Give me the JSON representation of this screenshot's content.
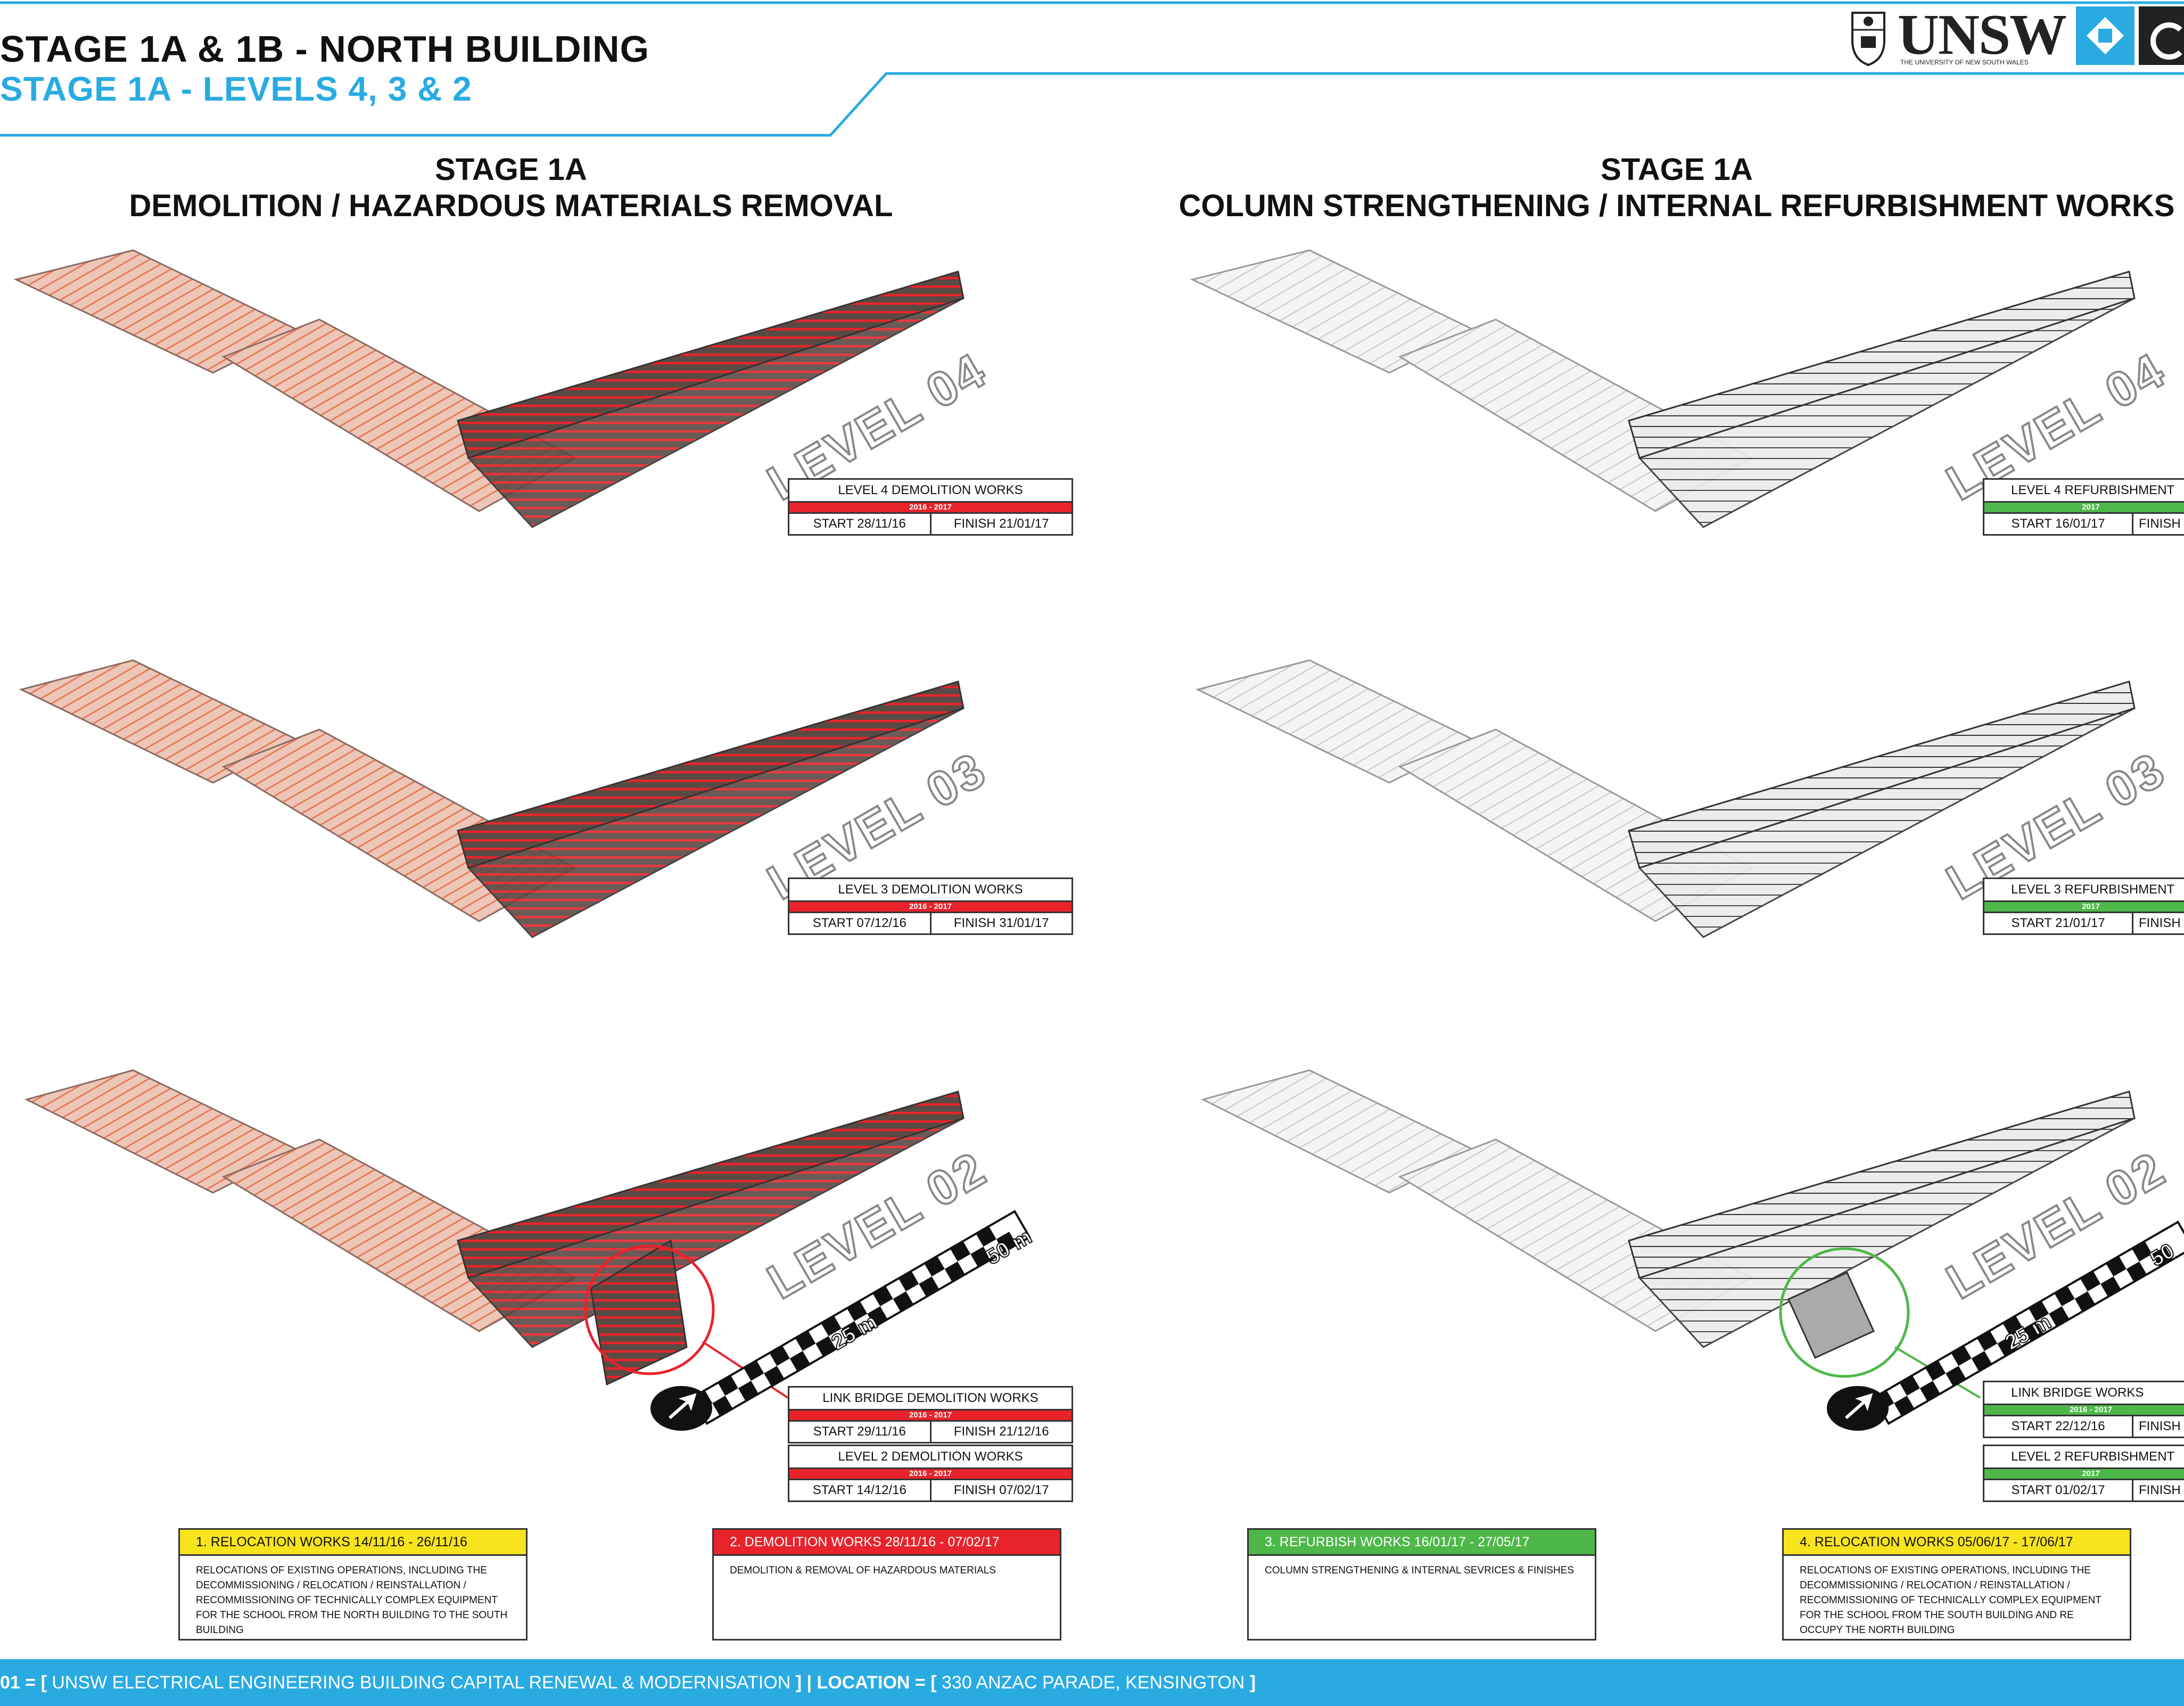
{
  "header": {
    "title_line1": "STAGE 1A & 1B - NORTH BUILDING",
    "title_line2": "STAGE 1A - LEVELS 4, 3 & 2",
    "logo_text": "UNSW",
    "logo_subtext": "THE UNIVERSITY OF NEW SOUTH WALES"
  },
  "left_column": {
    "stage": "STAGE 1A",
    "subtitle": "DEMOLITION / HAZARDOUS MATERIALS REMOVAL",
    "levels": [
      "LEVEL 04",
      "LEVEL 03",
      "LEVEL 02"
    ],
    "boxes": [
      {
        "title": "LEVEL 4 DEMOLITION WORKS",
        "years": "2016 - 2017",
        "start": "START 28/11/16",
        "finish": "FINISH 21/01/17"
      },
      {
        "title": "LEVEL 3 DEMOLITION WORKS",
        "years": "2016 - 2017",
        "start": "START 07/12/16",
        "finish": "FINISH 31/01/17"
      },
      {
        "title": "LINK BRIDGE DEMOLITION WORKS",
        "years": "2016 - 2017",
        "start": "START 29/11/16",
        "finish": "FINISH 21/12/16"
      },
      {
        "title": "LEVEL 2 DEMOLITION WORKS",
        "years": "2016 - 2017",
        "start": "START 14/12/16",
        "finish": "FINISH 07/02/17"
      }
    ],
    "scale_labels": [
      "25 m",
      "50 m"
    ]
  },
  "right_column": {
    "stage": "STAGE 1A",
    "subtitle": "COLUMN STRENGTHENING / INTERNAL REFURBISHMENT WORKS",
    "levels": [
      "LEVEL 04",
      "LEVEL 03",
      "LEVEL 02"
    ],
    "boxes": [
      {
        "title": "LEVEL 4 REFURBISHMENT",
        "years": "2017",
        "start": "START 16/01/17",
        "finish": "FINISH"
      },
      {
        "title": "LEVEL 3 REFURBISHMENT",
        "years": "2017",
        "start": "START 21/01/17",
        "finish": "FINISH"
      },
      {
        "title": "LINK BRIDGE WORKS",
        "years": "2016 - 2017",
        "start": "START 22/12/16",
        "finish": "FINISH"
      },
      {
        "title": "LEVEL 2 REFURBISHMENT",
        "years": "2017",
        "start": "START 01/02/17",
        "finish": "FINISH"
      }
    ],
    "scale_labels": [
      "25 m",
      "50"
    ]
  },
  "process": [
    {
      "title": "1. RELOCATION WORKS 14/11/16 - 26/11/16",
      "body": "RELOCATIONS OF EXISTING OPERATIONS, INCLUDING THE DECOMMISSIONING / RELOCATION / REINSTALLATION / RECOMMISSIONING OF TECHNICALLY COMPLEX EQUIPMENT FOR THE SCHOOL FROM THE NORTH BUILDING TO THE SOUTH BUILDING",
      "color": "#f7e41d",
      "text_color": "#111111"
    },
    {
      "title": "2. DEMOLITION WORKS 28/11/16 - 07/02/17",
      "body": "DEMOLITION & REMOVAL OF HAZARDOUS MATERIALS",
      "color": "#e8232b",
      "text_color": "#ffffff"
    },
    {
      "title": "3. REFURBISH WORKS 16/01/17 - 27/05/17",
      "body": "COLUMN STRENGTHENING & INTERNAL SEVRICES & FINISHES",
      "color": "#4db849",
      "text_color": "#ffffff"
    },
    {
      "title": "4. RELOCATION WORKS 05/06/17 - 17/06/17",
      "body": "RELOCATIONS OF EXISTING OPERATIONS, INCLUDING THE DECOMMISSIONING / RELOCATION / REINSTALLATION / RECOMMISSIONING OF TECHNICALLY COMPLEX EQUIPMENT FOR THE SCHOOL FROM THE SOUTH BUILDING AND RE OCCUPY THE NORTH BUILDING",
      "color": "#f7e41d",
      "text_color": "#111111"
    }
  ],
  "footer": {
    "prefix": "01 = [ ",
    "project": "UNSW ELECTRICAL ENGINEERING BUILDING CAPITAL RENEWAL & MODERNISATION",
    "mid": " ] | ",
    "location_label": "LOCATION",
    "eq": " = [ ",
    "location": "330 ANZAC PARADE, KENSINGTON",
    "suffix": " ]"
  },
  "colors": {
    "accent_blue": "#29abe2",
    "demolition_red": "#e8232b",
    "refurb_green": "#4db849"
  }
}
